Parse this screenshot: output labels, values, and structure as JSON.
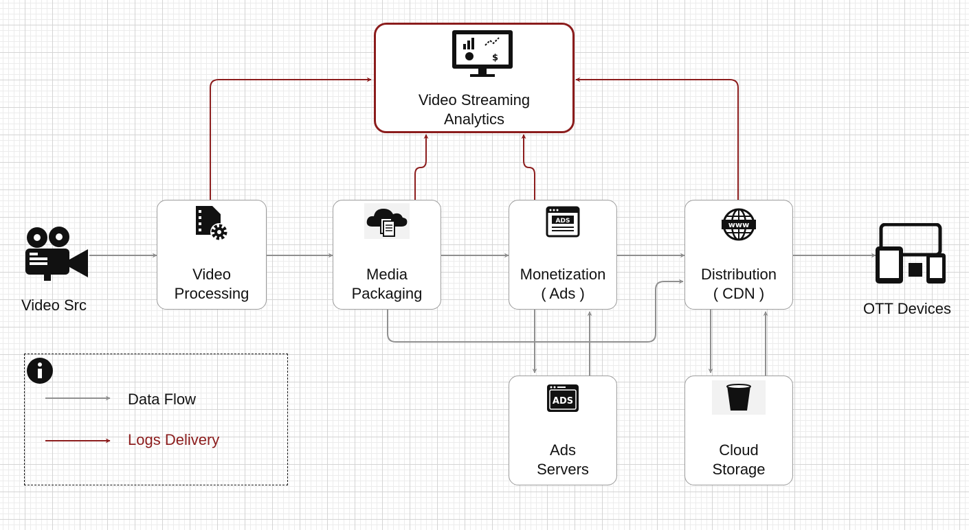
{
  "nodes": {
    "analytics": {
      "label": "Video Streaming\nAnalytics",
      "icon": "analytics-monitor-icon"
    },
    "processing": {
      "label": "Video\nProcessing",
      "icon": "video-file-gear-icon"
    },
    "packaging": {
      "label": "Media\nPackaging",
      "icon": "cloud-documents-icon"
    },
    "monetization": {
      "label": "Monetization\n( Ads )",
      "icon": "ads-window-icon"
    },
    "distribution": {
      "label": "Distribution\n( CDN )",
      "icon": "globe-www-icon"
    },
    "ads_servers": {
      "label": "Ads\nServers",
      "icon": "ads-server-window-icon"
    },
    "cloud_storage": {
      "label": "Cloud\nStorage",
      "icon": "storage-bucket-icon"
    }
  },
  "endpoints": {
    "source": {
      "label": "Video Src",
      "icon": "film-camera-icon"
    },
    "ott": {
      "label": "OTT Devices",
      "icon": "devices-icon"
    }
  },
  "legend": {
    "icon": "info-icon",
    "data_flow": "Data Flow",
    "logs_delivery": "Logs Delivery"
  },
  "colors": {
    "data_flow": "#8f8f8f",
    "logs_delivery": "#8b1c1c",
    "node_border": "#9b9b9b"
  }
}
